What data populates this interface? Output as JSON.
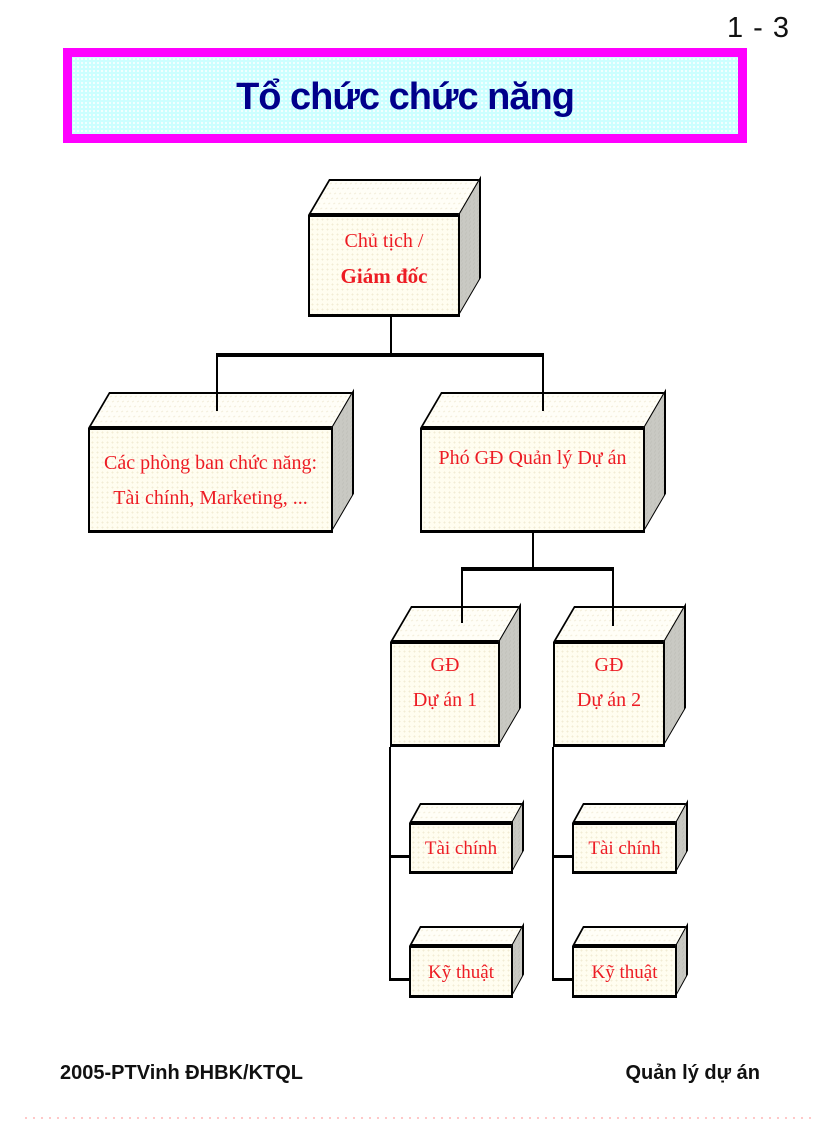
{
  "page": {
    "number": "1 - 3",
    "title": "Tổ chức chức năng",
    "footer_left": "2005-PTVinh ĐHBK/KTQL",
    "footer_right": "Quản lý dự án"
  },
  "org_chart": {
    "president": {
      "line1": "Chủ tịch /",
      "line2": "Giám đốc"
    },
    "functional_departments": {
      "line1": "Các phòng ban chức năng:",
      "line2": "Tài chính, Marketing, ..."
    },
    "deputy_pm": {
      "line1": "Phó GĐ Quản lý Dự án"
    },
    "project1_director": {
      "line1": "GĐ",
      "line2": "Dự án 1"
    },
    "project2_director": {
      "line1": "GĐ",
      "line2": "Dự án 2"
    },
    "project1_finance": {
      "line1": "Tài chính"
    },
    "project1_technical": {
      "line1": "Kỹ thuật"
    },
    "project2_finance": {
      "line1": "Tài chính"
    },
    "project2_technical": {
      "line1": "Kỹ thuật"
    }
  },
  "colors": {
    "title_border": "#ff00ff",
    "title_background": "#ccffff",
    "title_text": "#00008b",
    "box_text": "#ed1c24",
    "box_front": "#fffdf0",
    "box_top": "#fffef7",
    "box_side": "#c9c9c3",
    "line": "#000000"
  }
}
